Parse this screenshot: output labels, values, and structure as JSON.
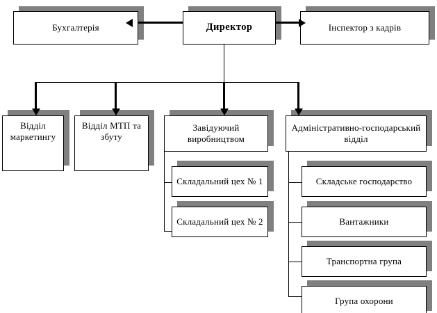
{
  "diagram": {
    "title": "Organizational structure chart",
    "colors": {
      "box_fill": "#ffffff",
      "box_border": "#000000",
      "shadow": "#808080",
      "connector": "#000000",
      "text": "#000000"
    },
    "nodes": [
      {
        "id": "accounting",
        "label": "Бухгалтерія",
        "level": 1,
        "bold": false
      },
      {
        "id": "director",
        "label": "Директор",
        "level": 0,
        "bold": true
      },
      {
        "id": "hr-inspector",
        "label": "Інспектор з кадрів",
        "level": 1,
        "bold": false
      },
      {
        "id": "marketing-dept",
        "label": "Відділ маркетингу",
        "level": 2,
        "bold": false
      },
      {
        "id": "mtp-sales-dept",
        "label": "Відділ МТП та збуту",
        "level": 2,
        "bold": false
      },
      {
        "id": "production-manager",
        "label": "Завідуючий виробництвом",
        "level": 2,
        "bold": false
      },
      {
        "id": "admin-economic-dept",
        "label": "Адміністративно-господарський відділ",
        "level": 2,
        "bold": false
      },
      {
        "id": "assembly-shop-1",
        "label": "Складальний цех № 1",
        "level": 3,
        "bold": false
      },
      {
        "id": "assembly-shop-2",
        "label": "Складальний цех № 2",
        "level": 3,
        "bold": false
      },
      {
        "id": "warehouse",
        "label": "Складське господарство",
        "level": 3,
        "bold": false
      },
      {
        "id": "loaders",
        "label": "Вантажники",
        "level": 3,
        "bold": false
      },
      {
        "id": "transport-group",
        "label": "Транспортна група",
        "level": 3,
        "bold": false
      },
      {
        "id": "security-group",
        "label": "Група охорони",
        "level": 3,
        "bold": false
      }
    ],
    "edges": [
      {
        "from": "director",
        "to": "accounting",
        "style": "arrow-left"
      },
      {
        "from": "director",
        "to": "hr-inspector",
        "style": "arrow-right"
      },
      {
        "from": "director",
        "to": "marketing-dept",
        "style": "arrow-down"
      },
      {
        "from": "director",
        "to": "mtp-sales-dept",
        "style": "arrow-down"
      },
      {
        "from": "director",
        "to": "production-manager",
        "style": "arrow-down"
      },
      {
        "from": "director",
        "to": "admin-economic-dept",
        "style": "arrow-down"
      },
      {
        "from": "production-manager",
        "to": "assembly-shop-1",
        "style": "elbow"
      },
      {
        "from": "production-manager",
        "to": "assembly-shop-2",
        "style": "elbow"
      },
      {
        "from": "admin-economic-dept",
        "to": "warehouse",
        "style": "elbow"
      },
      {
        "from": "admin-economic-dept",
        "to": "loaders",
        "style": "elbow"
      },
      {
        "from": "admin-economic-dept",
        "to": "transport-group",
        "style": "elbow"
      },
      {
        "from": "admin-economic-dept",
        "to": "security-group",
        "style": "elbow"
      }
    ]
  }
}
